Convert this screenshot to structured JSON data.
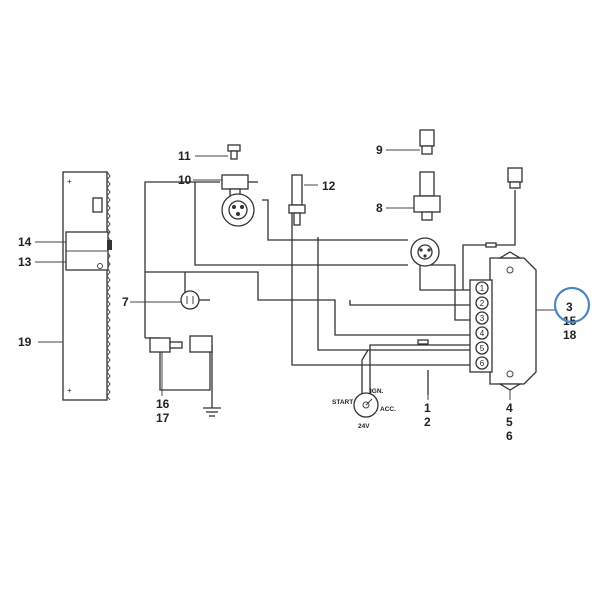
{
  "callouts": {
    "c1": "1",
    "c2": "2",
    "c3": "3",
    "c4": "4",
    "c5": "5",
    "c6": "6",
    "c7": "7",
    "c8": "8",
    "c9": "9",
    "c10": "10",
    "c11": "11",
    "c12": "12",
    "c13": "13",
    "c14": "14",
    "c15": "15",
    "c16": "16",
    "c17": "17",
    "c18": "18",
    "c19": "19"
  },
  "module_pins": [
    "1",
    "2",
    "3",
    "4",
    "5",
    "6"
  ],
  "switch_labels": {
    "start": "START",
    "ign": "IGN.",
    "acc": "ACC.",
    "voltage": "24V"
  },
  "highlight_color": "#4a86c5"
}
